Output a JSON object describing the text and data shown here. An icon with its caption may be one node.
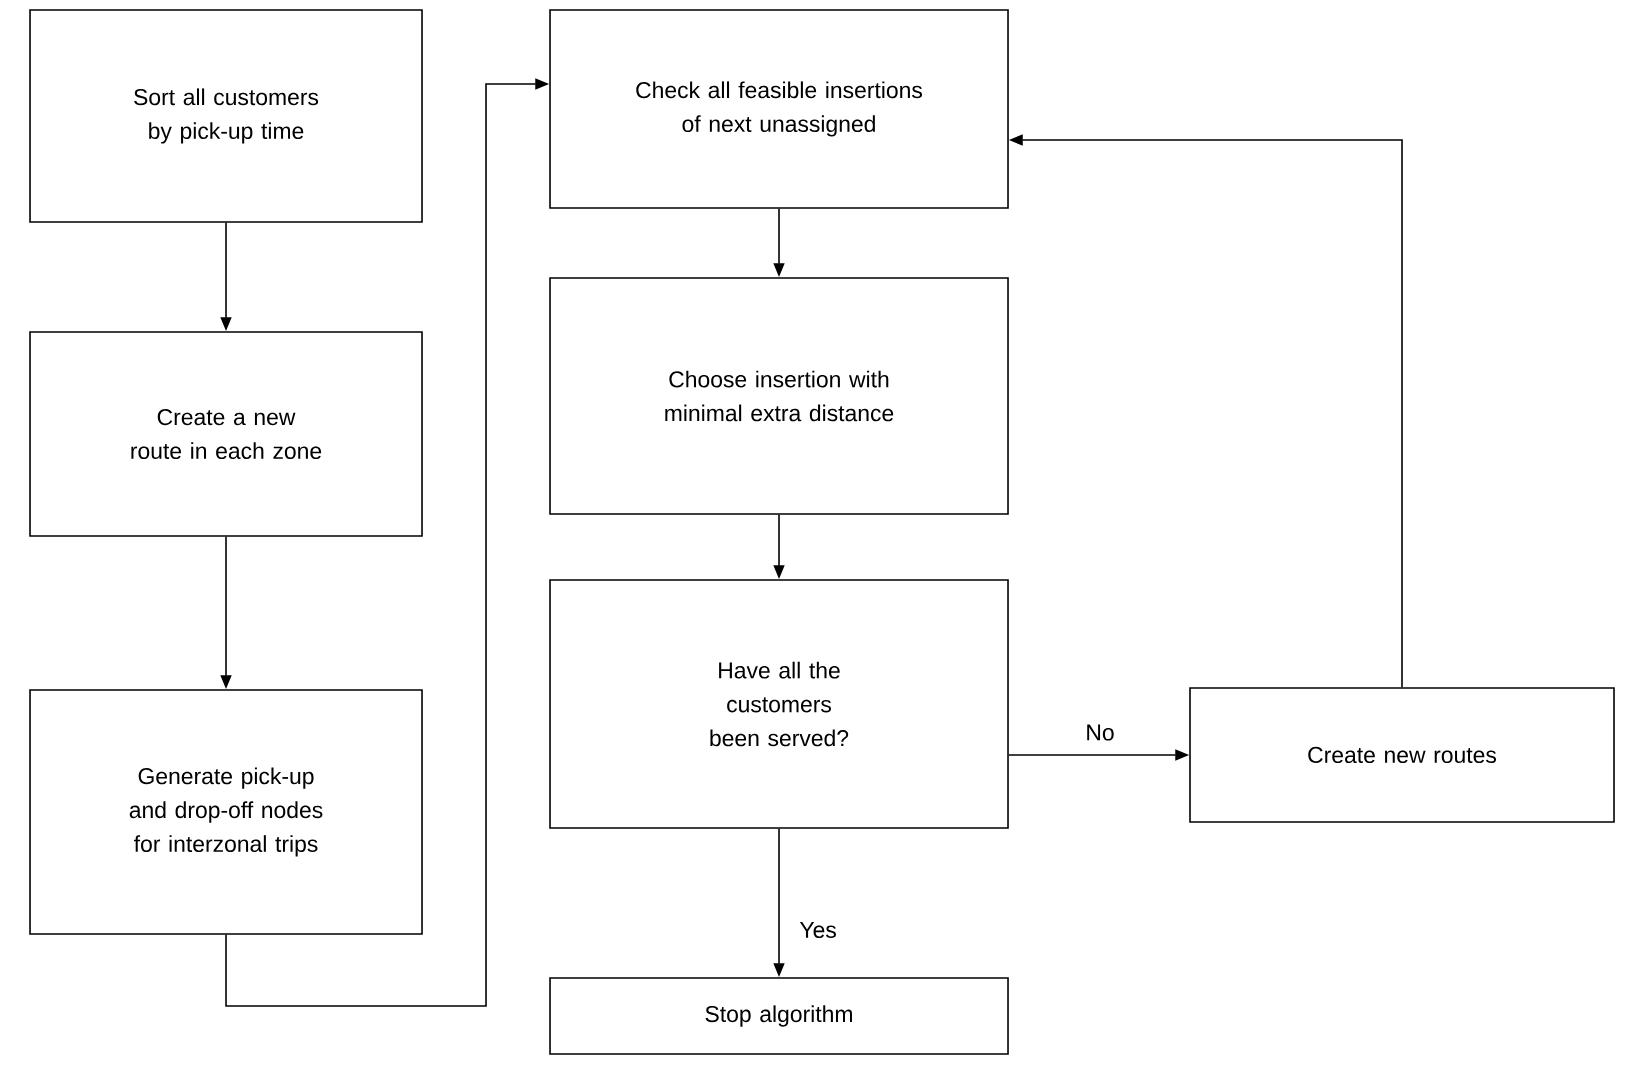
{
  "diagram": {
    "nodes": [
      {
        "text": [
          "Sort all customers by pick-up time"
        ]
      },
      {
        "text": [
          "Create a new route in each zone"
        ]
      },
      {
        "text": [
          "Generate pick-up and drop-off nodes for interzonal trips"
        ]
      },
      {
        "text": [
          "Check all feasible insertions of next unassigned"
        ]
      },
      {
        "text": [
          "Choose insertion with minimal extra distance"
        ]
      },
      {
        "text": [
          "Have all the customers been served?"
        ]
      },
      {
        "text": [
          "Create new routes"
        ]
      },
      {
        "text": [
          "Stop algorithm"
        ]
      }
    ],
    "edges": [
      {
        "from": 0,
        "to": 1,
        "arrow": "to"
      },
      {
        "from": 1,
        "to": 2,
        "arrow": "to"
      },
      {
        "from": 2,
        "to": 3,
        "arrow": "to"
      },
      {
        "from": 3,
        "to": 4,
        "arrow": "to"
      },
      {
        "from": 4,
        "to": 5,
        "arrow": "to"
      },
      {
        "from": 5,
        "to": 6,
        "arrow": "to",
        "label": "No"
      },
      {
        "from": 5,
        "to": 7,
        "arrow": "to",
        "label": "Yes"
      },
      {
        "from": 6,
        "to": 3,
        "arrow": "to"
      }
    ]
  }
}
